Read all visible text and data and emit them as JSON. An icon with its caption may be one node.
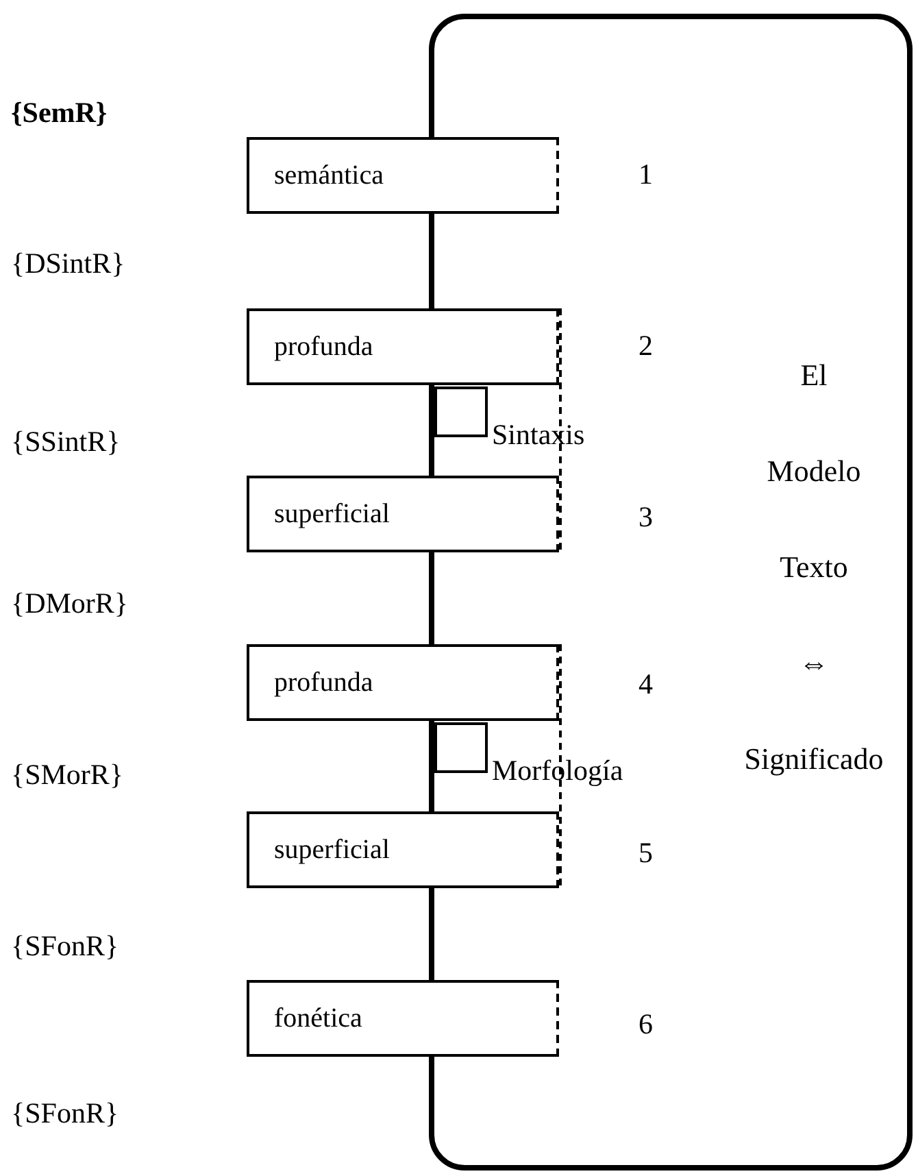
{
  "diagram": {
    "nodes": [
      {
        "text": [
          "El Modelo Texto ⇔ Significado"
        ]
      },
      {
        "text": [
          "semántica"
        ]
      },
      {
        "text": [
          "profunda"
        ]
      },
      {
        "text": [
          "superficial"
        ]
      },
      {
        "text": [
          "profunda"
        ]
      },
      {
        "text": [
          "superficial"
        ]
      },
      {
        "text": [
          "fonética"
        ]
      }
    ],
    "labels": [
      "{SemR}",
      "1",
      "{DSintR}",
      "2",
      "{SSintR}",
      "Sintaxis",
      "3",
      "{DMorR}",
      "4",
      "{SMorR}",
      "Morfología",
      "5",
      "{SFonR}",
      "6",
      "{SFonR}"
    ]
  }
}
